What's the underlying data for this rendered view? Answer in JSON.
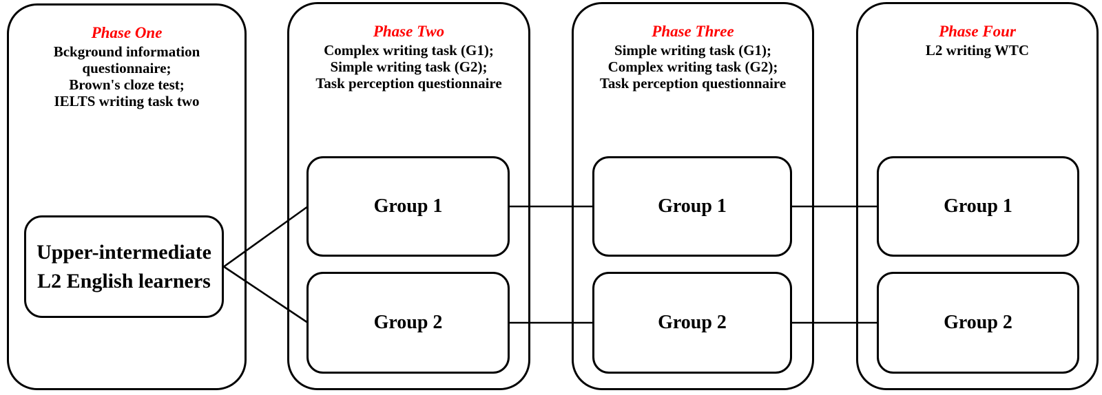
{
  "colors": {
    "phase_title_red": "#ff0000",
    "line_black": "#000000",
    "background": "#ffffff"
  },
  "phases": [
    {
      "title": "Phase One",
      "lines": [
        "Bckground information",
        "questionnaire;",
        "Brown's cloze test;",
        "IELTS writing task two"
      ]
    },
    {
      "title": "Phase Two",
      "lines": [
        "Complex writing task (G1);",
        "Simple writing task (G2);",
        "Task perception questionnaire"
      ]
    },
    {
      "title": "Phase Three",
      "lines": [
        "Simple writing task (G1);",
        "Complex writing task (G2);",
        "Task perception questionnaire"
      ]
    },
    {
      "title": "Phase Four",
      "lines": [
        "L2 writing WTC"
      ]
    }
  ],
  "participants_box": {
    "label": "Upper-intermediate L2 English learners"
  },
  "groups": {
    "group1": "Group 1",
    "group2": "Group 2"
  }
}
